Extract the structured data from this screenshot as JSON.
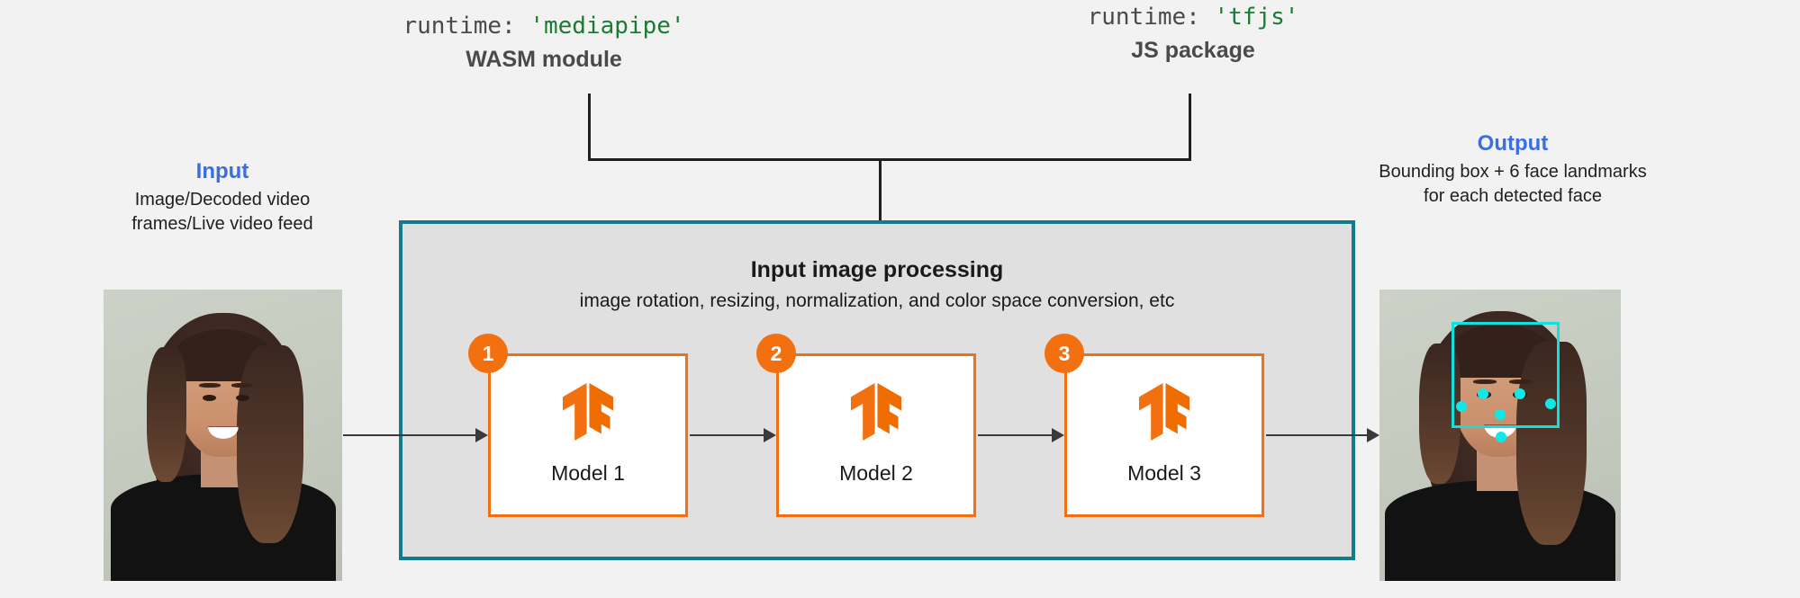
{
  "page": {
    "background_color": "#f2f2f2"
  },
  "runtimes": [
    {
      "code_prefix": "runtime:",
      "code_value": "'mediapipe'",
      "kind_label": "WASM module",
      "value_color": "#1b7b33"
    },
    {
      "code_prefix": "runtime:",
      "code_value": "'tfjs'",
      "kind_label": "JS package",
      "value_color": "#1b7b33"
    }
  ],
  "input": {
    "title": "Input",
    "title_color": "#3b6fe0",
    "description": "Image/Decoded video frames/Live video feed"
  },
  "output": {
    "title": "Output",
    "title_color": "#3b6fe0",
    "description": "Bounding box + 6 face landmarks for each detected face",
    "overlay_color": "#10e8e8",
    "landmark_count": 6
  },
  "processing": {
    "title": "Input image processing",
    "subtitle": "image rotation, resizing, normalization, and color space conversion, etc",
    "border_color": "#127d8a",
    "fill_color": "#e0e0e0"
  },
  "models": [
    {
      "badge": "1",
      "label": "Model 1",
      "icon": "tensorflow-logo-icon"
    },
    {
      "badge": "2",
      "label": "Model 2",
      "icon": "tensorflow-logo-icon"
    },
    {
      "badge": "3",
      "label": "Model 3",
      "icon": "tensorflow-logo-icon"
    }
  ],
  "colors": {
    "accent_orange": "#f2700f",
    "accent_teal": "#127d8a",
    "accent_blue": "#3b6fe0",
    "arrow": "#3a3a3a"
  }
}
